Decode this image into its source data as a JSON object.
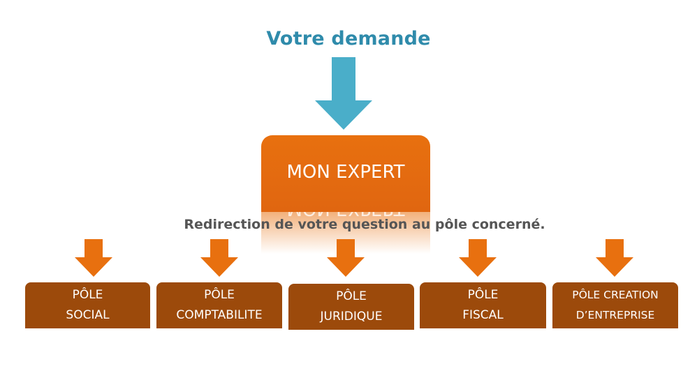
{
  "header": {
    "title": "Votre demande"
  },
  "expert": {
    "label": "MON EXPERT"
  },
  "caption": "Redirection de votre question au pôle concerné.",
  "poles": [
    {
      "line1": "PÔLE",
      "line2": "SOCIAL"
    },
    {
      "line1": "PÔLE",
      "line2": "COMPTABILITE"
    },
    {
      "line1": "PÔLE",
      "line2": "JURIDIQUE"
    },
    {
      "line1": "PÔLE",
      "line2": "FISCAL"
    },
    {
      "line1": "PÔLE CREATION",
      "line2": "D’ENTREPRISE"
    }
  ],
  "colors": {
    "title": "#2f8bab",
    "blue_arrow": "#4aaec9",
    "orange": "#e8700f",
    "pole_box": "#9c4a0b",
    "caption": "#555555"
  }
}
